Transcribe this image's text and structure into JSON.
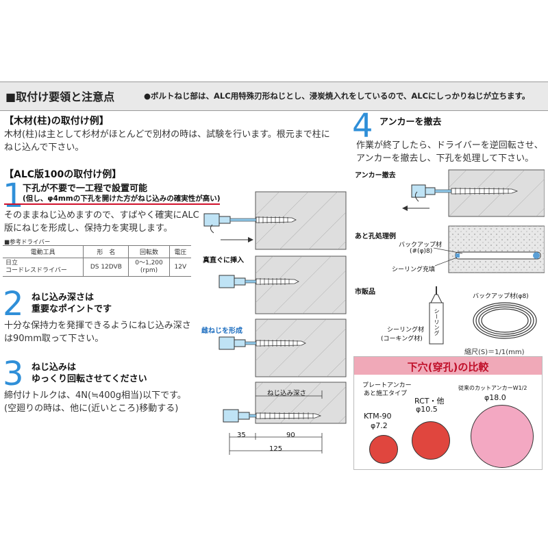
{
  "header": {
    "title": "■取付け要領と注意点",
    "note": "●ボルトねじ部は、ALC用特殊刃形ねじとし、浸炭焼入れをしているので、ALCにしっかりねじが立ちます。"
  },
  "wood": {
    "heading": "【木材(柱)の取付け例】",
    "line1": "木材(柱)は主として杉材がほとんどで別材の時は、試験を行います。根元まで柱に",
    "line2": "ねじ込んで下さい。"
  },
  "alc_heading": "【ALC版100の取付け例】",
  "step1": {
    "num": "1",
    "title": "下孔が不要で一工程で設置可能",
    "subtitle": "(但し、φ4mmの下孔を開けた方がねじ込みの確実性が高い)",
    "line1": "そのままねじ込めますので、すばやく確実にALC",
    "line2": "版にねじを形成し、保持力を実現します。",
    "ref_label": "■参考ドライバー",
    "table": {
      "headers": [
        "電動工具",
        "形　名",
        "回転数",
        "電圧"
      ],
      "row": {
        "tool1": "日立",
        "tool2": "コードレスドライバー",
        "model": "DS 12DVB",
        "rpm1": "0〜1,200",
        "rpm2": "(rpm)",
        "voltage": "12V"
      }
    }
  },
  "step2": {
    "num": "2",
    "title1": "ねじ込み深さは",
    "title2": "重要なポイントです",
    "line1": "十分な保持力を発揮できるようにねじ込み深さ",
    "line2": "は90mm取って下さい。"
  },
  "step3": {
    "num": "3",
    "title1": "ねじ込みは",
    "title2": "ゆっくり回転させてください",
    "line1": "締付けトルクは、4N(≒400g相当)以下です。",
    "line2": "(空廻りの時は、他に(近いところ)移動する)"
  },
  "step4": {
    "num": "4",
    "title": "アンカーを撤去",
    "line1": "作業が終了したら、ドライバーを逆回転させ、",
    "line2": "アンカーを撤去し、下孔を処理して下さい。"
  },
  "diagram_labels": {
    "straight_insert": "真直ぐに挿入",
    "form_thread": "雌ねじを形成",
    "screw_depth": "ねじ込み深さ",
    "d35": "35",
    "d90": "90",
    "d125": "125"
  },
  "right": {
    "anchor_removal": "アンカー撤去",
    "hole_treatment": "あと孔処理例",
    "backup1": "バックアップ材",
    "backup2": "(#(φ)8)",
    "sealing": "シーリング充填",
    "commercial": "市販品",
    "backup_phi8": "バックアップ材(φ8)",
    "seal_mat1": "シーリング材",
    "seal_mat2": "(コーキング材)",
    "tube_text": "シーリング",
    "scale": "縮尺(S)＝1/1(mm)"
  },
  "comparison": {
    "title": "下穴(穿孔)の比較",
    "plate1": "プレートアンカー",
    "plate2": "あと施工タイプ",
    "conventional": "従来のカットアンカーW1/2",
    "ktm": "KTM-90",
    "ktm_d": "φ7.2",
    "rct": "RCT・他",
    "rct_d": "φ10.5",
    "conv_d": "φ18.0",
    "colors": {
      "small": "#e0463e",
      "large": "#f3a8c2",
      "header": "#f0a9b8"
    }
  }
}
